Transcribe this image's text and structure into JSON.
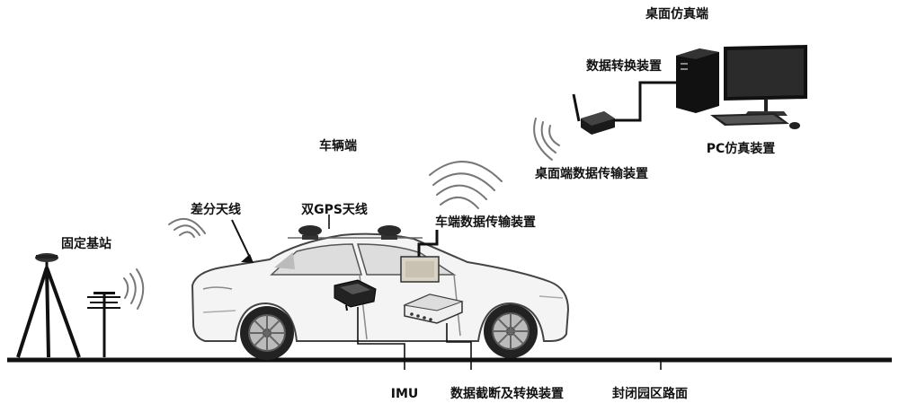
{
  "labels": {
    "desktop_sim_end": "桌面仿真端",
    "data_convert_device": "数据转换装置",
    "pc_sim_device": "PC仿真装置",
    "desktop_transmission_device": "桌面端数据传输装置",
    "vehicle_end": "车辆端",
    "diff_antenna": "差分天线",
    "dual_gps_antenna": "双GPS天线",
    "vehicle_transmission_device": "车端数据传输装置",
    "fixed_base_station": "固定基站",
    "imu": "IMU",
    "cutoff_convert_device": "数据截断及转换装置",
    "closed_park_road": "封闭园区路面"
  }
}
